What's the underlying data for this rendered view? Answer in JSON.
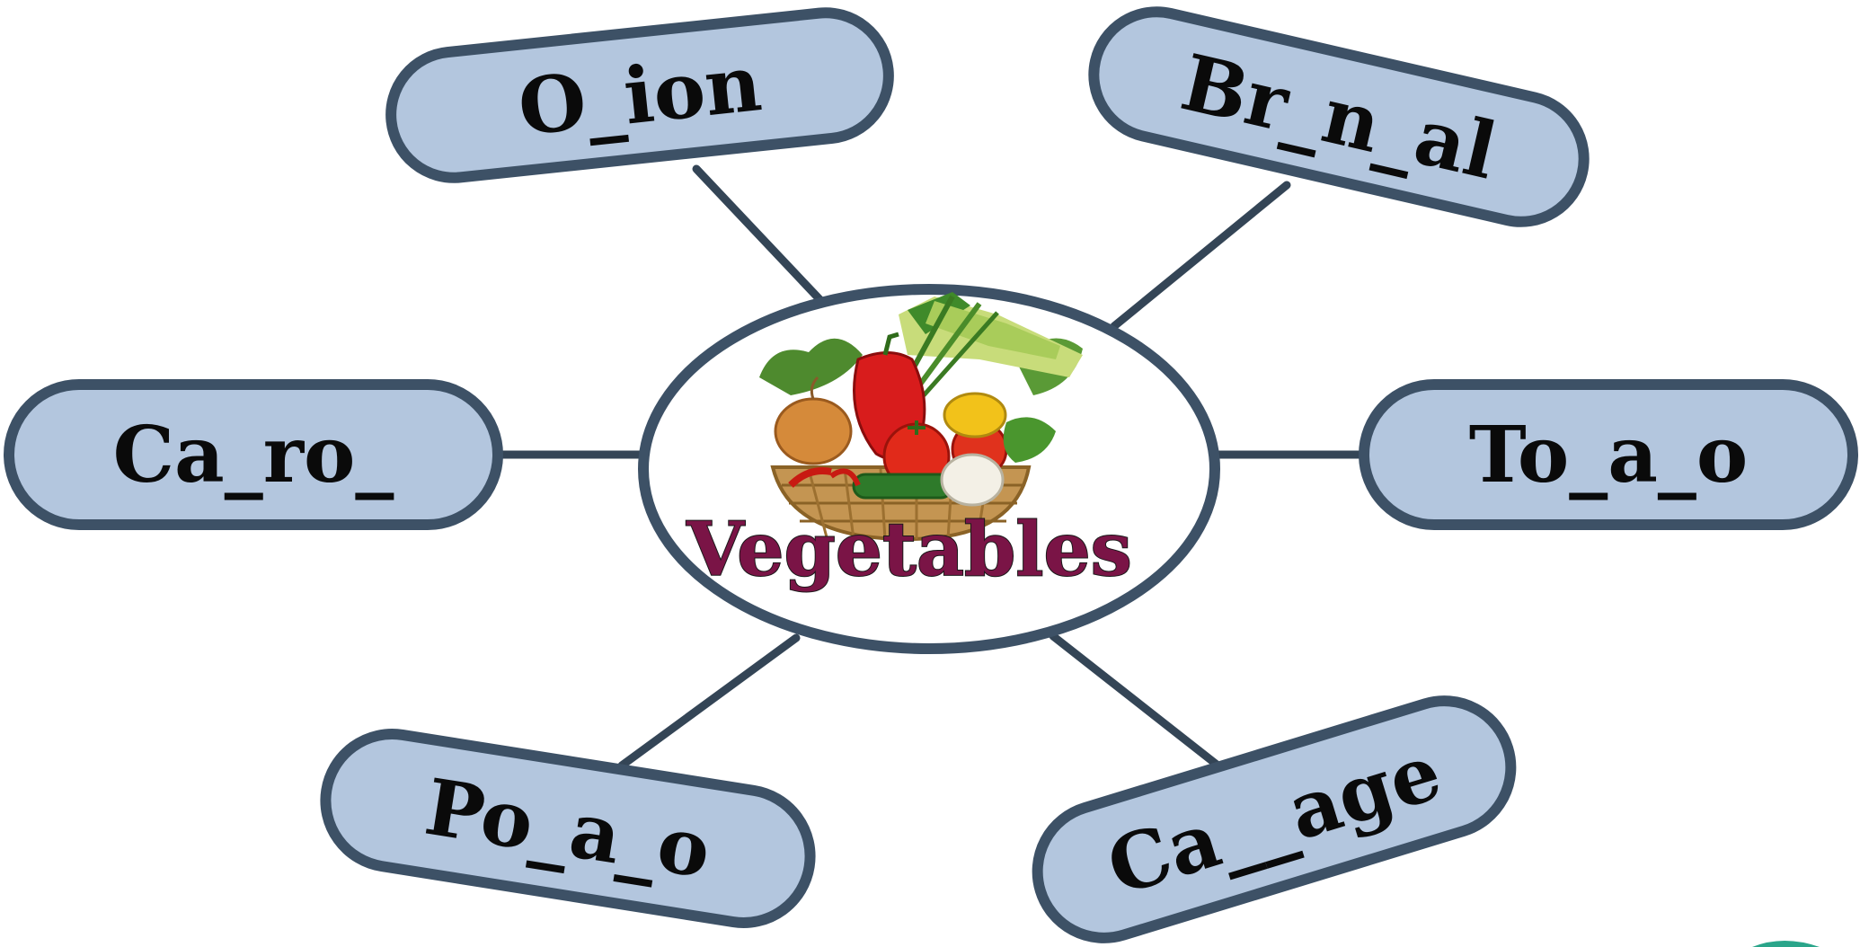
{
  "center": {
    "label": "Vegetables",
    "image_icon": "vegetable-basket-icon"
  },
  "nodes": [
    {
      "id": "onion",
      "label": "O_ion"
    },
    {
      "id": "brinjal",
      "label": "Br_n_al"
    },
    {
      "id": "carrot",
      "label": "Ca_ro_"
    },
    {
      "id": "tomato",
      "label": "To_a_o"
    },
    {
      "id": "potato",
      "label": "Po_a_o"
    },
    {
      "id": "cabbage",
      "label": "Ca__age"
    }
  ],
  "colors": {
    "node_fill": "#b3c6de",
    "node_stroke": "#3d5166",
    "connector": "#344556",
    "center_text": "#7a1446",
    "node_text": "#0a0a0a"
  }
}
